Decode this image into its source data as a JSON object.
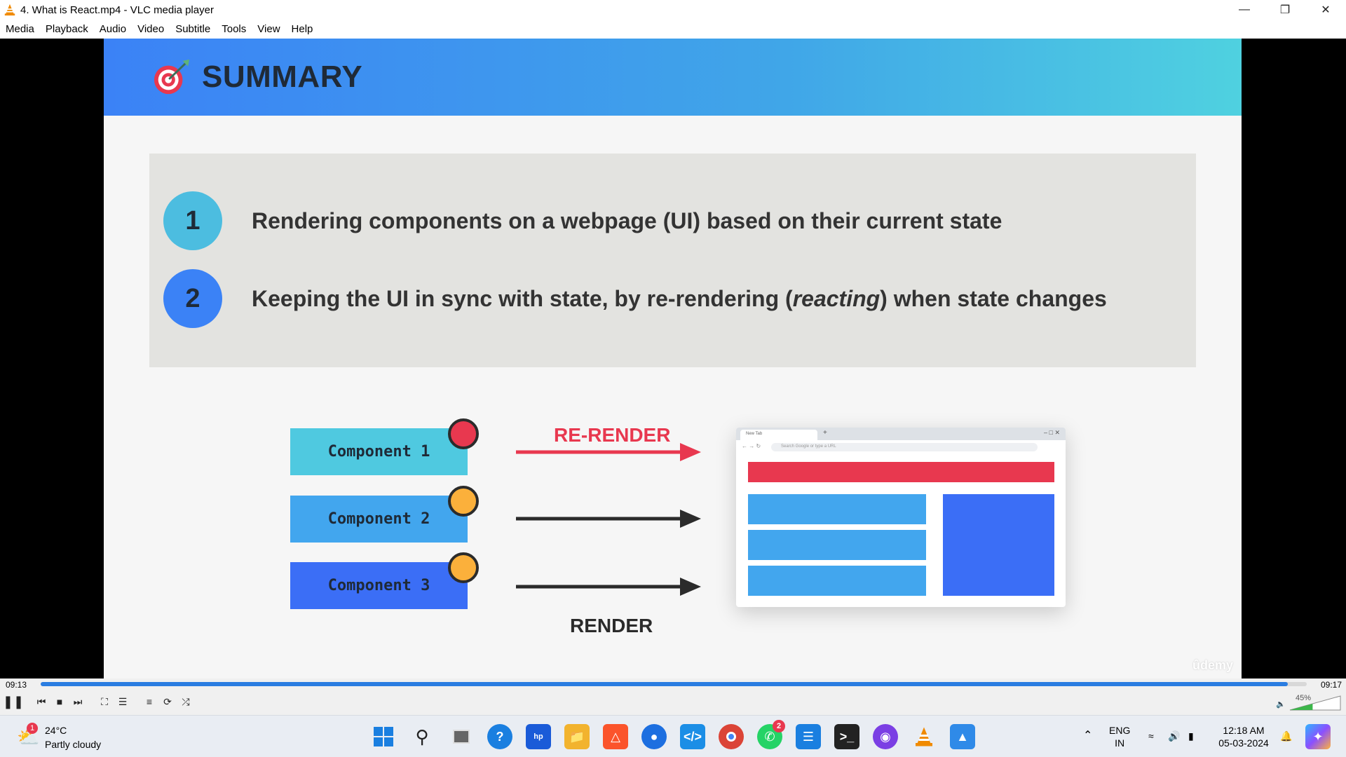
{
  "window": {
    "title": "4. What is React.mp4 - VLC media player",
    "controls": [
      "minimize",
      "restore",
      "close"
    ]
  },
  "menu": [
    "Media",
    "Playback",
    "Audio",
    "Video",
    "Subtitle",
    "Tools",
    "View",
    "Help"
  ],
  "slide": {
    "title": "SUMMARY",
    "points": [
      {
        "number": "1",
        "text": "Rendering components on a webpage (UI) based on their current state"
      },
      {
        "number": "2",
        "text_before": "Keeping the UI in sync with state, by re-rendering (",
        "text_em": "reacting",
        "text_after": ") when state changes"
      }
    ],
    "components": [
      "Component 1",
      "Component 2",
      "Component 3"
    ],
    "rerender_label": "RE-RENDER",
    "render_label": "RENDER",
    "browser": {
      "tab": "New Tab",
      "address": "Search Google or type a URL"
    },
    "watermark": "ûdemy",
    "colors": {
      "header_start": "#3b82f6",
      "header_end": "#4fd1e0",
      "red": "#e8384f",
      "orange": "#fbb03b",
      "comp1": "#4fc9e0",
      "comp2": "#42a6ee",
      "comp3": "#3b6ef6"
    }
  },
  "player": {
    "elapsed": "09:13",
    "total": "09:17",
    "progress": 0.985,
    "volume": "45%",
    "buttons": [
      "pause",
      "previous",
      "stop",
      "next",
      "fullscreen",
      "extended-settings",
      "playlist",
      "loop",
      "shuffle"
    ]
  },
  "taskbar": {
    "weather_temp": "24°C",
    "weather_desc": "Partly cloudy",
    "weather_badge": "1",
    "whatsapp_badge": "2",
    "language": "ENG",
    "region": "IN",
    "time": "12:18 AM",
    "date": "05-03-2024"
  }
}
